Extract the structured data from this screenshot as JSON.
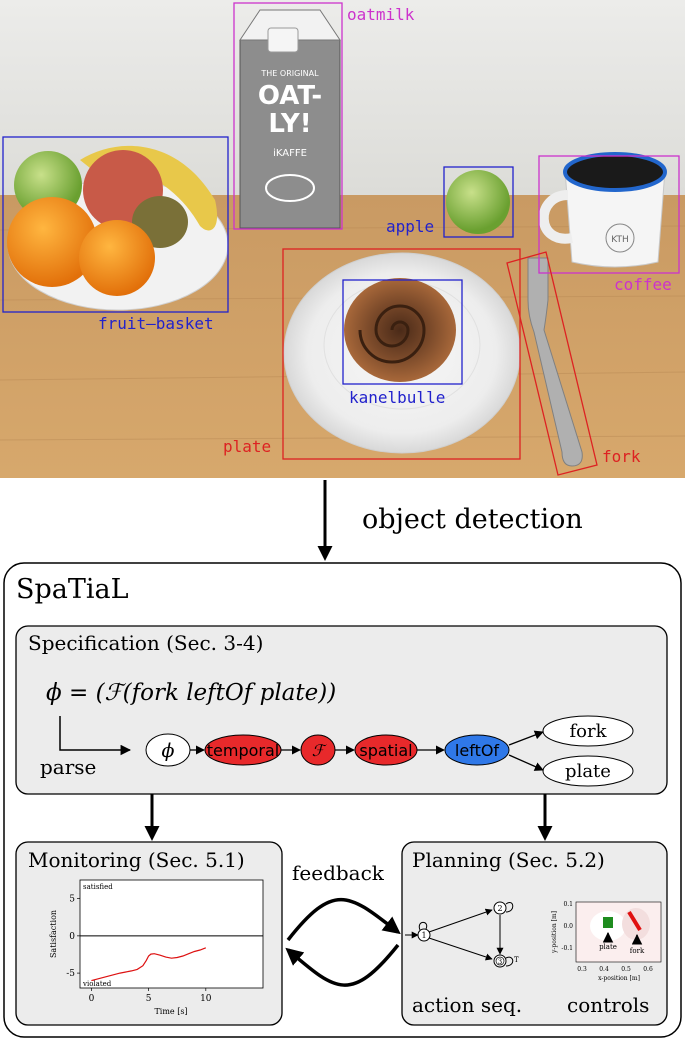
{
  "detections": [
    {
      "label": "oatmilk",
      "color": "#cc33cc"
    },
    {
      "label": "fruit–basket",
      "color": "#2222cc"
    },
    {
      "label": "apple",
      "color": "#2222cc"
    },
    {
      "label": "coffee",
      "color": "#cc33cc"
    },
    {
      "label": "kanelbulle",
      "color": "#2222cc"
    },
    {
      "label": "plate",
      "color": "#dd2222"
    },
    {
      "label": "fork",
      "color": "#dd2222"
    }
  ],
  "carton": {
    "line1": "THE ORIGINAL",
    "line2": "OAT-",
    "line3": "LY!",
    "line4": "iKAFFE"
  },
  "mug_text": "KTH",
  "arrow_label": "object detection",
  "framework": {
    "title": "SpaTiaL",
    "spec": {
      "title": "Specification (Sec. 3-4)",
      "formula": "ϕ = (ℱ(fork leftOf plate))",
      "parse_label": "parse",
      "nodes": {
        "phi": "ϕ",
        "temporal": "temporal",
        "F": "ℱ",
        "spatial": "spatial",
        "leftOf": "leftOf",
        "fork": "fork",
        "plate": "plate"
      }
    },
    "feedback_label": "feedback",
    "monitoring": {
      "title": "Monitoring (Sec. 5.1)"
    },
    "planning": {
      "title": "Planning (Sec. 5.2)",
      "action_label": "action seq.",
      "controls_label": "controls",
      "states": [
        "1",
        "2",
        "3"
      ],
      "final_mark": "T",
      "mini_plot": {
        "xlabel": "x-position [m]",
        "ylabel": "y-position [m]",
        "xticks": [
          "0.3",
          "0.4",
          "0.5",
          "0.6"
        ],
        "yticks": [
          "0.1",
          "0.0",
          "-0.1"
        ],
        "plate_label": "plate",
        "fork_label": "fork",
        "plate_color": "#1e8c1e",
        "fork_color": "#e01010"
      }
    }
  },
  "chart_data": {
    "type": "line",
    "xlabel": "Time [s]",
    "ylabel": "Satisfaction",
    "xlim": [
      -1,
      15
    ],
    "ylim": [
      -7,
      7.5
    ],
    "xticks": [
      0,
      5,
      10
    ],
    "yticks": [
      5,
      0,
      -5
    ],
    "zero_line": true,
    "annotations": {
      "top": "satisfied",
      "bottom": "violated"
    },
    "series": [
      {
        "color": "#dd1111",
        "x": [
          0,
          0.5,
          1,
          1.5,
          2,
          2.5,
          3,
          3.5,
          4,
          4.5,
          4.8,
          5,
          5.2,
          5.5,
          6,
          6.5,
          7,
          7.5,
          8,
          8.5,
          9,
          9.5,
          10
        ],
        "y": [
          -6.0,
          -5.8,
          -5.6,
          -5.4,
          -5.2,
          -5.0,
          -4.85,
          -4.7,
          -4.5,
          -4.0,
          -3.3,
          -2.7,
          -2.45,
          -2.4,
          -2.6,
          -2.85,
          -3.0,
          -2.9,
          -2.7,
          -2.4,
          -2.1,
          -1.9,
          -1.6
        ]
      }
    ]
  }
}
